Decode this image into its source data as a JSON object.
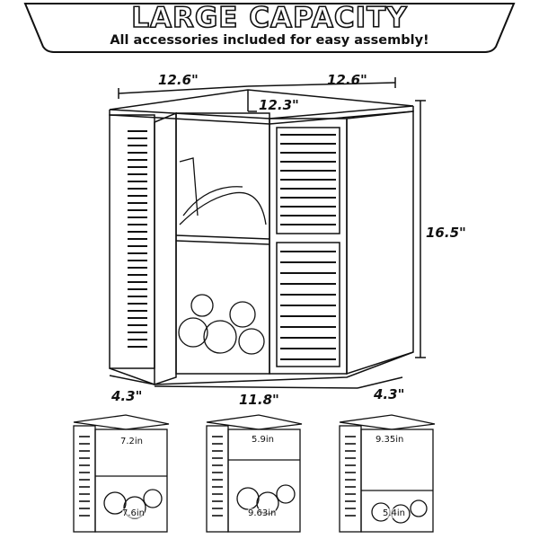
{
  "banner": {
    "title": "LARGE CAPACITY",
    "subtitle": "All accessories included for easy assembly!"
  },
  "dimensions": {
    "top_left_width": "12.6\"",
    "top_right_width": "12.6\"",
    "depth": "12.3\"",
    "height": "16.5\"",
    "bottom_left_side": "4.3\"",
    "bottom_front": "11.8\"",
    "bottom_right_side": "4.3\""
  },
  "thumbnails": [
    {
      "top_label": "7.2in",
      "bottom_label": "7.6in"
    },
    {
      "top_label": "5.9in",
      "bottom_label": "9.63in"
    },
    {
      "top_label": "9.35in",
      "bottom_label": "5.4in"
    }
  ],
  "colors": {
    "ink": "#111111",
    "background": "#ffffff"
  }
}
